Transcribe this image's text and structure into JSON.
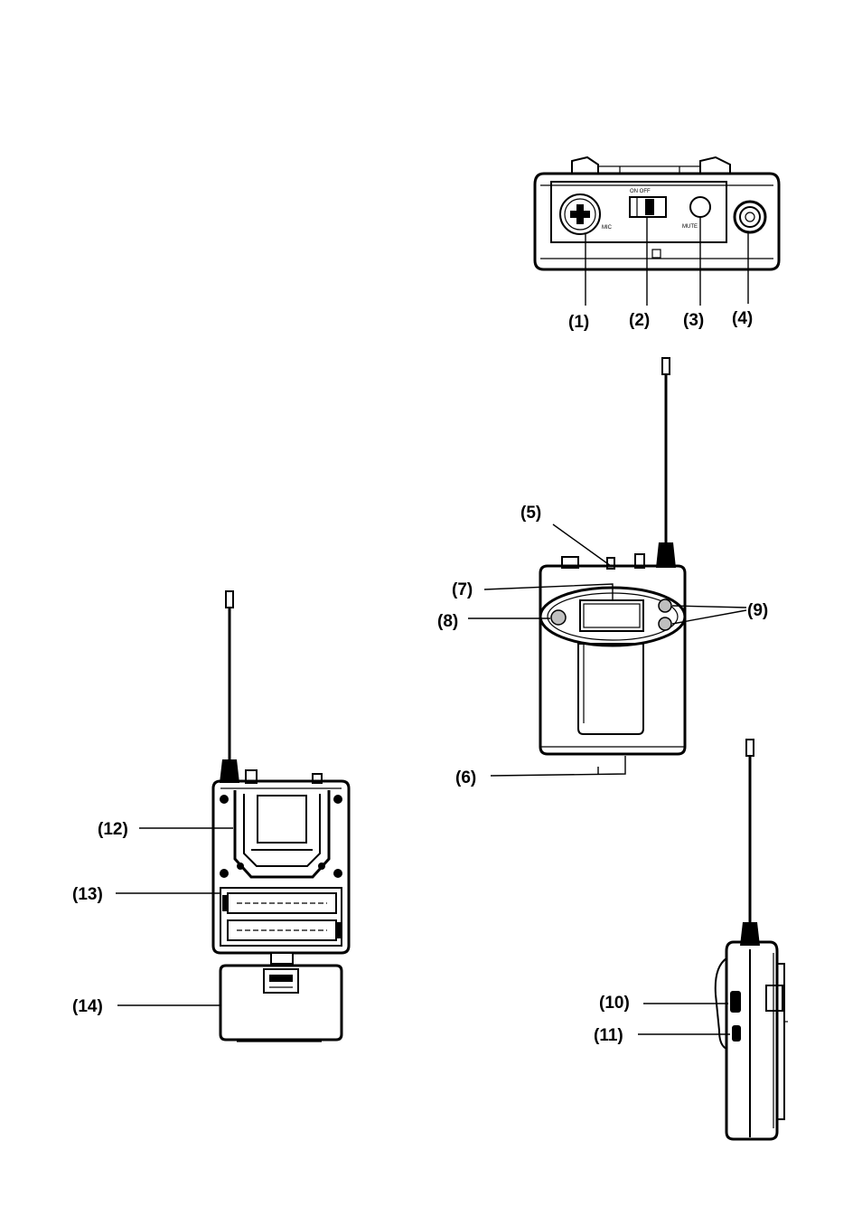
{
  "callouts": {
    "c1": "(1)",
    "c2": "(2)",
    "c3": "(3)",
    "c4": "(4)",
    "c5": "(5)",
    "c6": "(6)",
    "c7": "(7)",
    "c8": "(8)",
    "c9": "(9)",
    "c10": "(10)",
    "c11": "(11)",
    "c12": "(12)",
    "c13": "(13)",
    "c14": "(14)"
  }
}
